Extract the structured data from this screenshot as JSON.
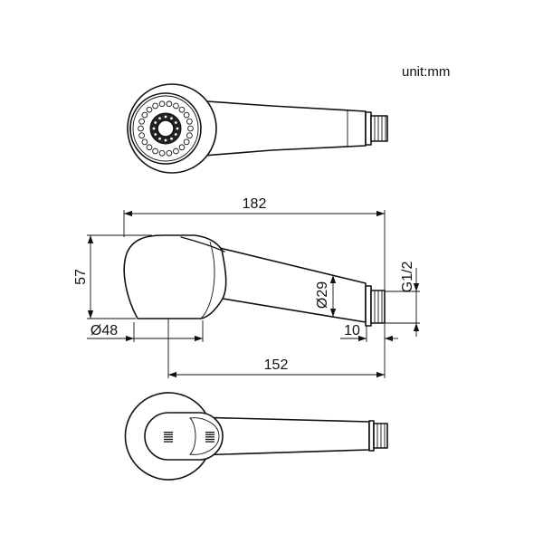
{
  "unit_label": "unit:mm",
  "dimensions": {
    "overall_length": "182",
    "head_height": "57",
    "body_diameter": "Ø29",
    "thread": "G1/2",
    "head_diameter": "Ø48",
    "connector_length": "10",
    "spray_to_end": "152"
  },
  "colors": {
    "line": "#111111",
    "background": "#ffffff",
    "nozzle_ring": "#222222"
  }
}
